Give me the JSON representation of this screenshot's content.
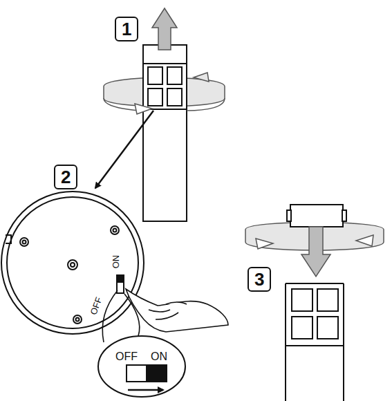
{
  "diagram": {
    "labels": [
      "1",
      "2",
      "3",
      "ON",
      "OFF",
      "OFF",
      "ON"
    ]
  }
}
